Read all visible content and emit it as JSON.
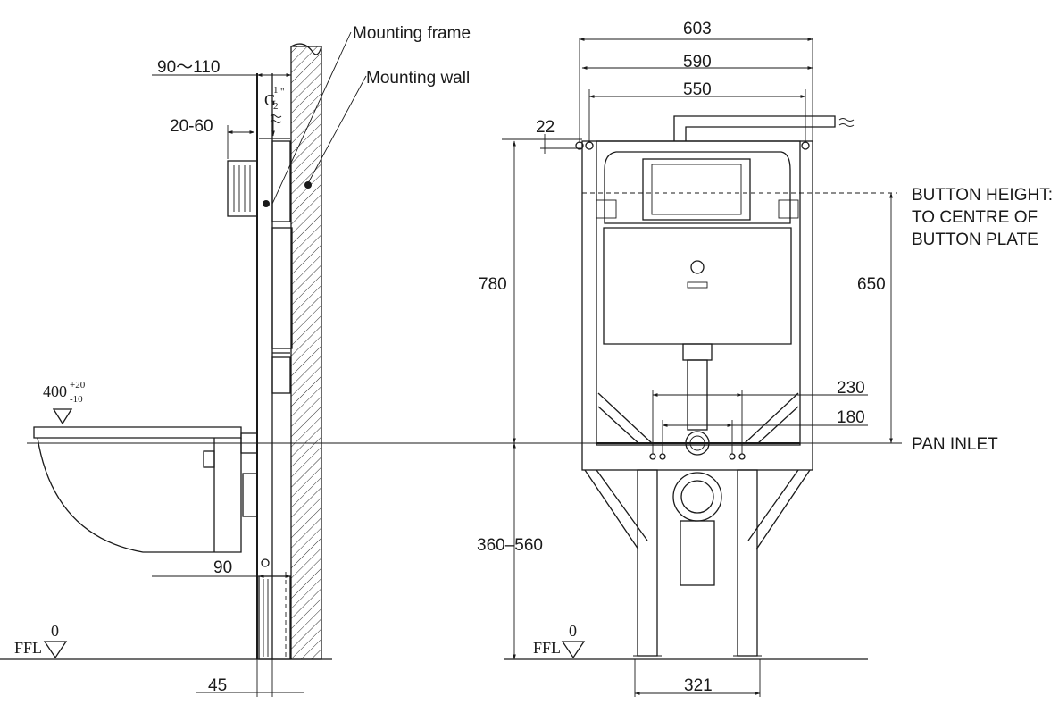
{
  "labels": {
    "mounting_frame": "Mounting frame",
    "mounting_wall": "Mounting wall",
    "button_height_1": "BUTTON HEIGHT:",
    "button_height_2": "TO CENTRE OF",
    "button_height_3": "BUTTON PLATE",
    "pan_inlet": "PAN INLET",
    "ffl": "FFL",
    "ffl_value": "0",
    "inlet_size_g": "G",
    "inlet_size_num": "1",
    "inlet_size_den": "2",
    "inlet_size_unit": "\""
  },
  "dimensions": {
    "d_90_110": "90～110",
    "d_20_60": "20-60",
    "d_400": "400",
    "d_400_tol_up": "+20",
    "d_400_tol_down": "-10",
    "d_90": "90",
    "d_45": "45",
    "d_603": "603",
    "d_590": "590",
    "d_550": "550",
    "d_22": "22",
    "d_780": "780",
    "d_650": "650",
    "d_230": "230",
    "d_180": "180",
    "d_360_560": "360–560",
    "d_321": "321"
  }
}
